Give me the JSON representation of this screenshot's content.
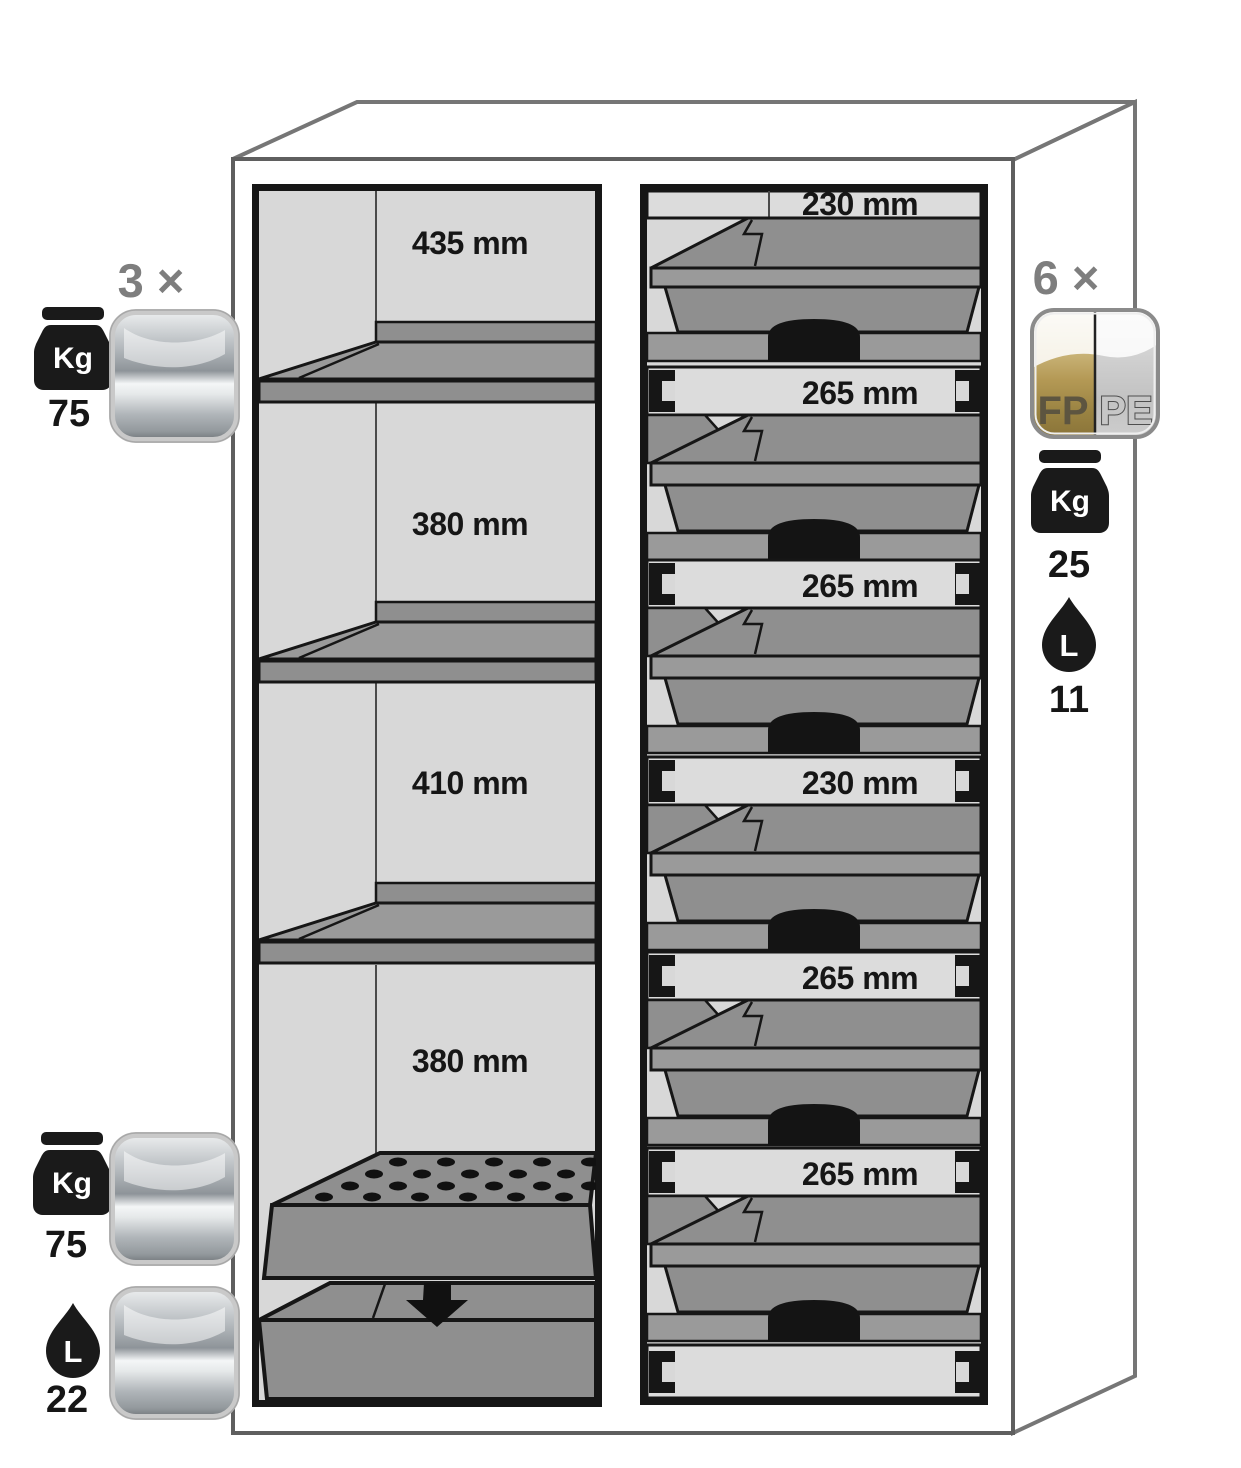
{
  "icons": {
    "kg_label": "Kg",
    "liter_label": "L"
  },
  "left_column": {
    "multiplier": "3 ×",
    "load_top": {
      "value": "75"
    },
    "sections": [
      {
        "label": "435 mm"
      },
      {
        "label": "380 mm"
      },
      {
        "label": "410 mm"
      },
      {
        "label": "380 mm"
      }
    ],
    "load_bottom": {
      "weight": "75",
      "volume": "22"
    }
  },
  "right_column": {
    "multiplier": "6 ×",
    "trays": [
      {
        "label": "230 mm"
      },
      {
        "label": "265 mm"
      },
      {
        "label": "265 mm"
      },
      {
        "label": "230 mm"
      },
      {
        "label": "265 mm"
      },
      {
        "label": "265 mm"
      }
    ],
    "materials": {
      "left": "FP",
      "right": "PE"
    },
    "load": {
      "weight": "25",
      "volume": "11"
    }
  },
  "colors": {
    "background": "#ffffff",
    "interior_gray": "#d8d8d8",
    "slab_gray": "#8f8f8f",
    "outline_black": "#161616",
    "multiplier_gray": "#7e7e7e",
    "gold_fp": "#b49955",
    "steel_pe": "#c9c9c9"
  }
}
